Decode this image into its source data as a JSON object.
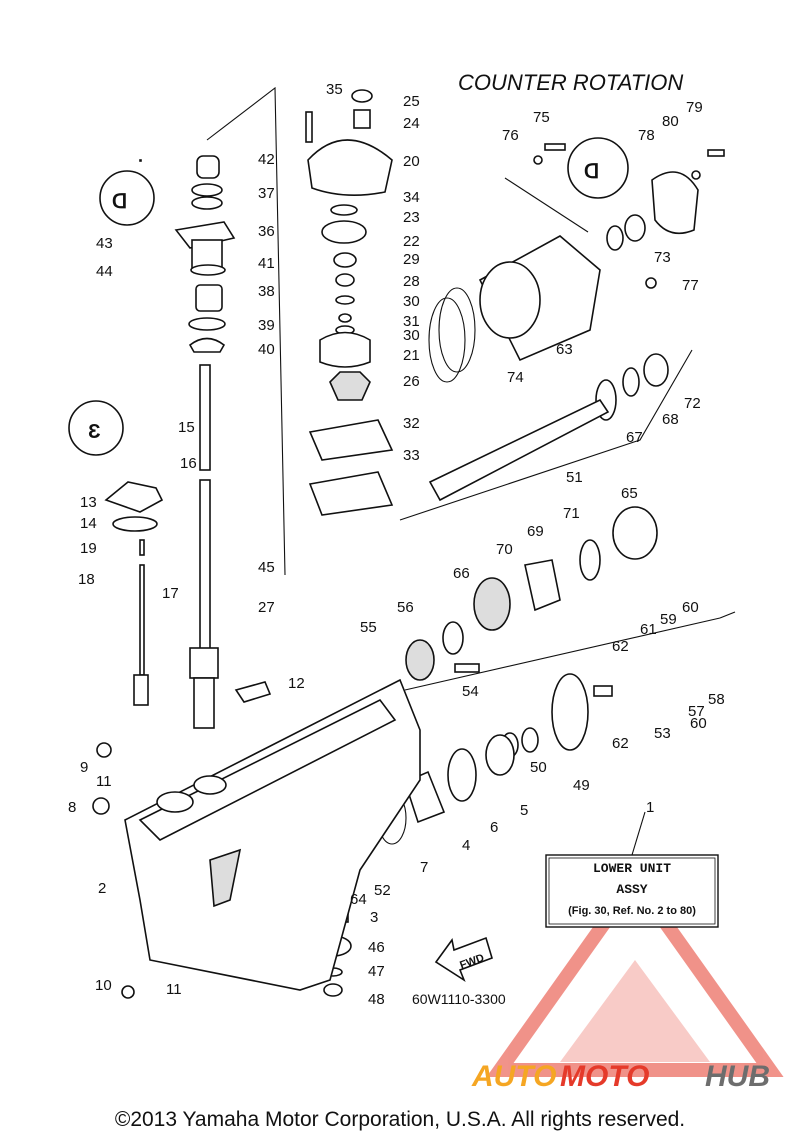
{
  "diagram": {
    "title": "COUNTER  ROTATION",
    "part_numbers": [
      "1",
      "2",
      "3",
      "4",
      "5",
      "6",
      "7",
      "8",
      "9",
      "10",
      "11",
      "12",
      "13",
      "14",
      "15",
      "16",
      "17",
      "18",
      "19",
      "20",
      "21",
      "22",
      "23",
      "24",
      "25",
      "26",
      "27",
      "28",
      "29",
      "30",
      "31",
      "32",
      "33",
      "34",
      "35",
      "36",
      "37",
      "38",
      "39",
      "40",
      "41",
      "42",
      "43",
      "44",
      "45",
      "46",
      "47",
      "48",
      "49",
      "50",
      "51",
      "52",
      "53",
      "54",
      "55",
      "56",
      "57",
      "58",
      "59",
      "60",
      "61",
      "62",
      "63",
      "64",
      "65",
      "66",
      "67",
      "68",
      "69",
      "70",
      "71",
      "72",
      "73",
      "74",
      "75",
      "76",
      "77",
      "78",
      "79",
      "80"
    ],
    "label_box": {
      "line1": "LOWER UNIT",
      "line2": "ASSY",
      "line3": "(Fig. 30, Ref. No. 2 to 80)"
    },
    "fwd_arrow_label": "FWD",
    "drawing_code": "60W1110-3300"
  },
  "footer": {
    "copyright": "©2013 Yamaha Motor Corporation, U.S.A. All rights reserved."
  },
  "watermark": {
    "auto": "AUTO",
    "moto": "MOTO",
    "hub": "HUB",
    "colors": {
      "red": "#e53a2a",
      "orange": "#f5a623",
      "gray": "#6d6d6d"
    }
  }
}
